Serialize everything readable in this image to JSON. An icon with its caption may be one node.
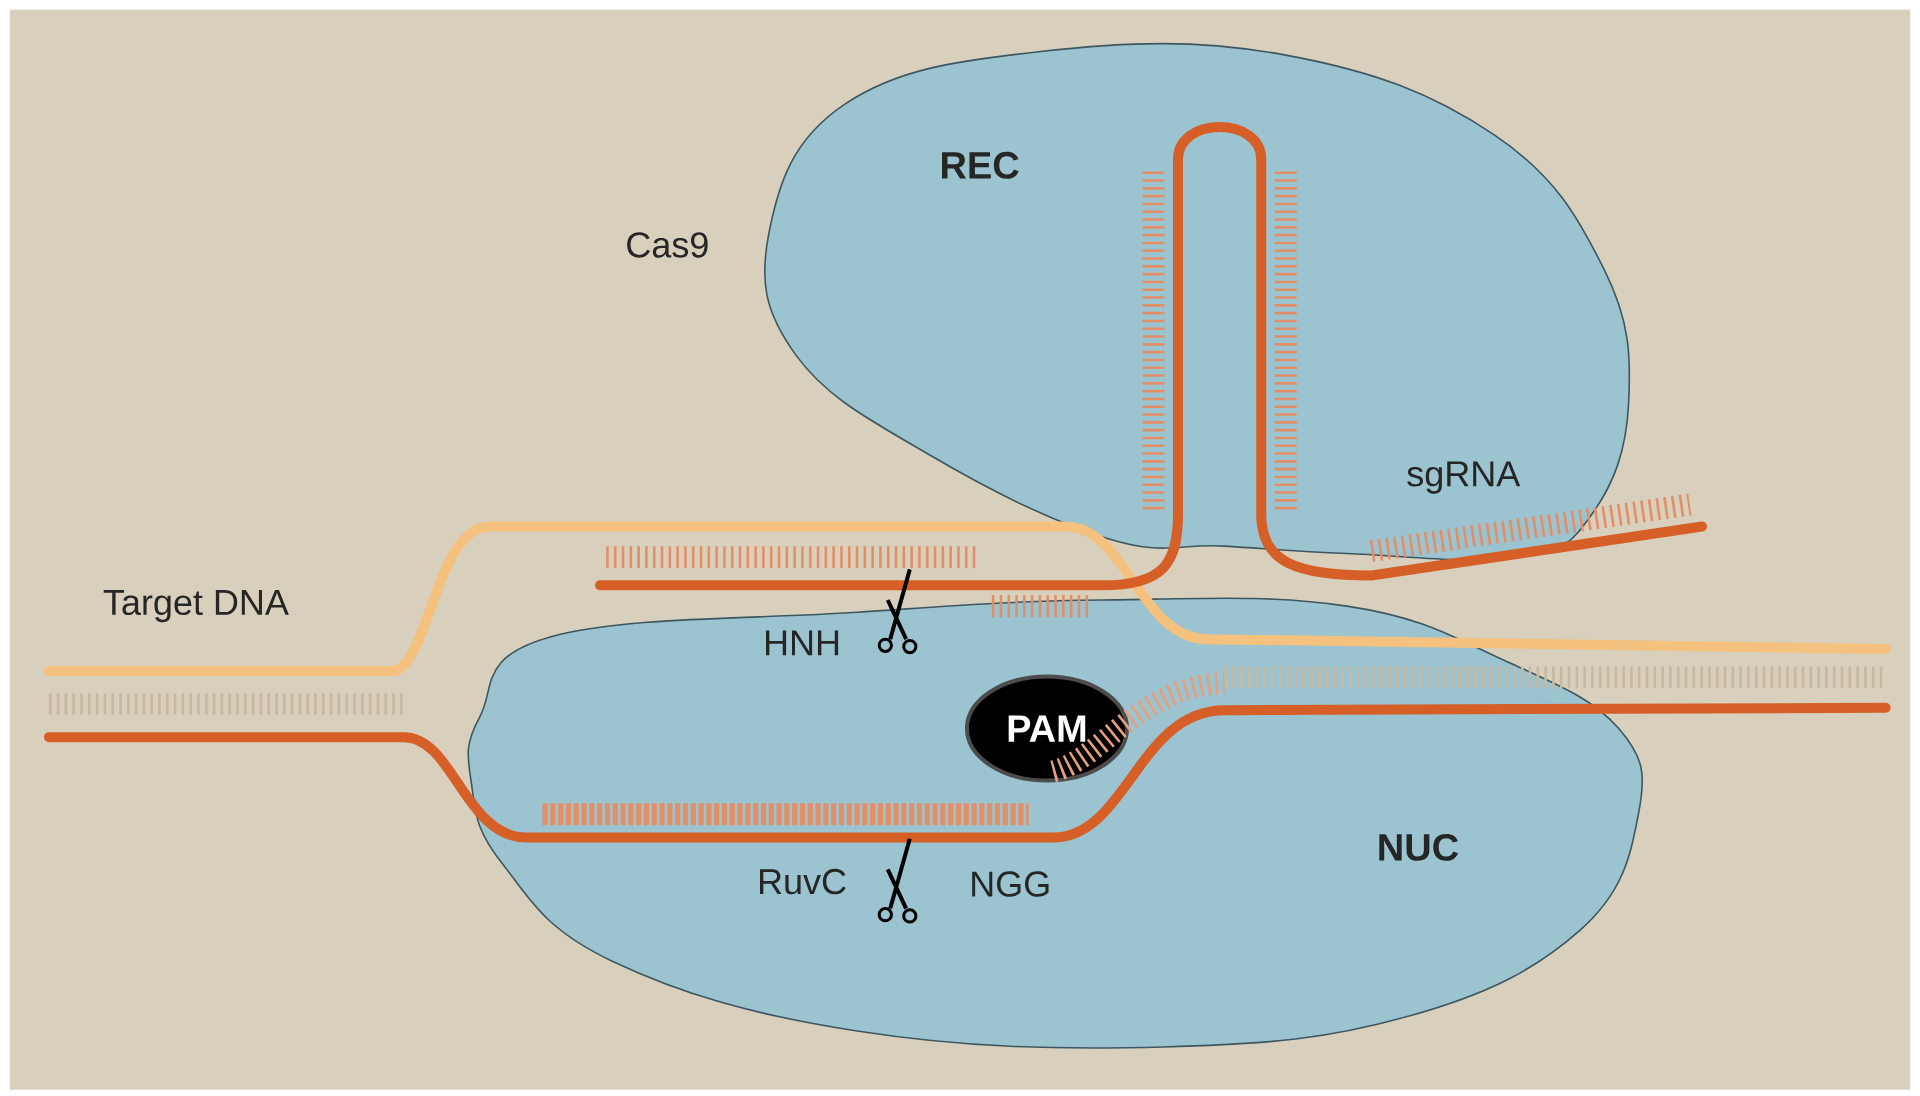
{
  "diagram": {
    "nodes": [
      {
        "text": [
          "REC"
        ]
      },
      {
        "text": [
          "NUC"
        ]
      },
      {
        "text": [
          "PAM"
        ],
        "in": 1
      }
    ],
    "labels": [
      "Cas9",
      "sgRNA",
      "Target DNA",
      "HNH",
      "RuvC",
      "NGG"
    ]
  }
}
